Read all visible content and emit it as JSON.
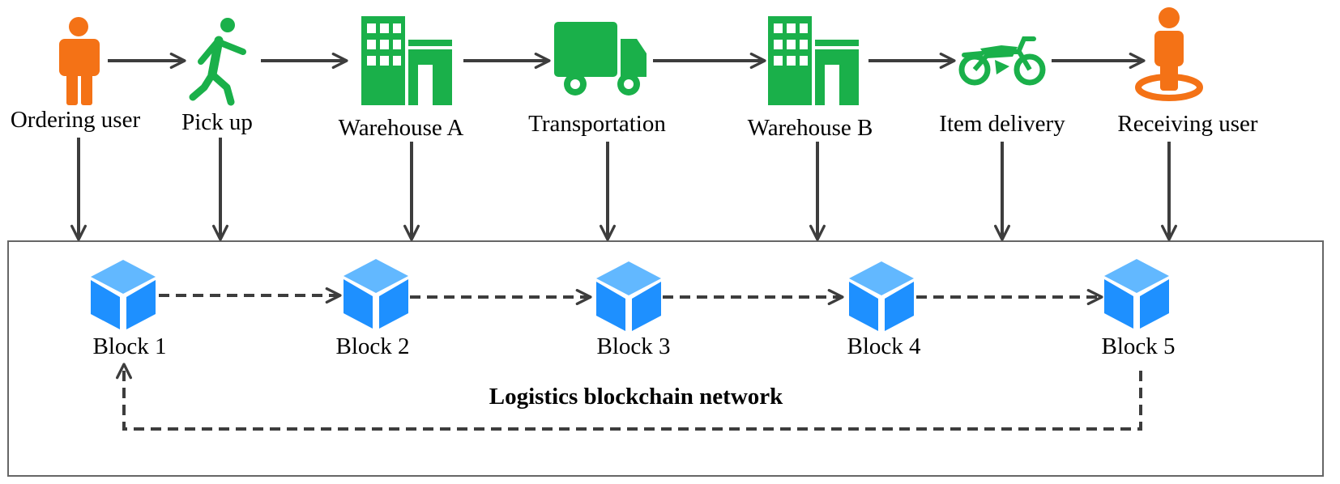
{
  "colors": {
    "person": "#F47216",
    "facility": "#1AB04A",
    "block": "#1E90FF",
    "block_light": "#62B8FF",
    "arrow": "#3D3D3D",
    "frame": "#666666"
  },
  "nodes": [
    {
      "label": "Ordering user",
      "icon": "person-icon"
    },
    {
      "label": "Pick up",
      "icon": "walking-person-icon"
    },
    {
      "label": "Warehouse A",
      "icon": "warehouse-icon"
    },
    {
      "label": "Transportation",
      "icon": "truck-icon"
    },
    {
      "label": "Warehouse B",
      "icon": "warehouse-icon"
    },
    {
      "label": "Item delivery",
      "icon": "motorcycle-icon"
    },
    {
      "label": "Receiving user",
      "icon": "location-person-icon"
    }
  ],
  "blocks": [
    {
      "label": "Block 1",
      "icon": "cube-icon"
    },
    {
      "label": "Block 2",
      "icon": "cube-icon"
    },
    {
      "label": "Block 3",
      "icon": "cube-icon"
    },
    {
      "label": "Block 4",
      "icon": "cube-icon"
    },
    {
      "label": "Block 5",
      "icon": "cube-icon"
    }
  ],
  "network": {
    "title": "Logistics blockchain network"
  }
}
